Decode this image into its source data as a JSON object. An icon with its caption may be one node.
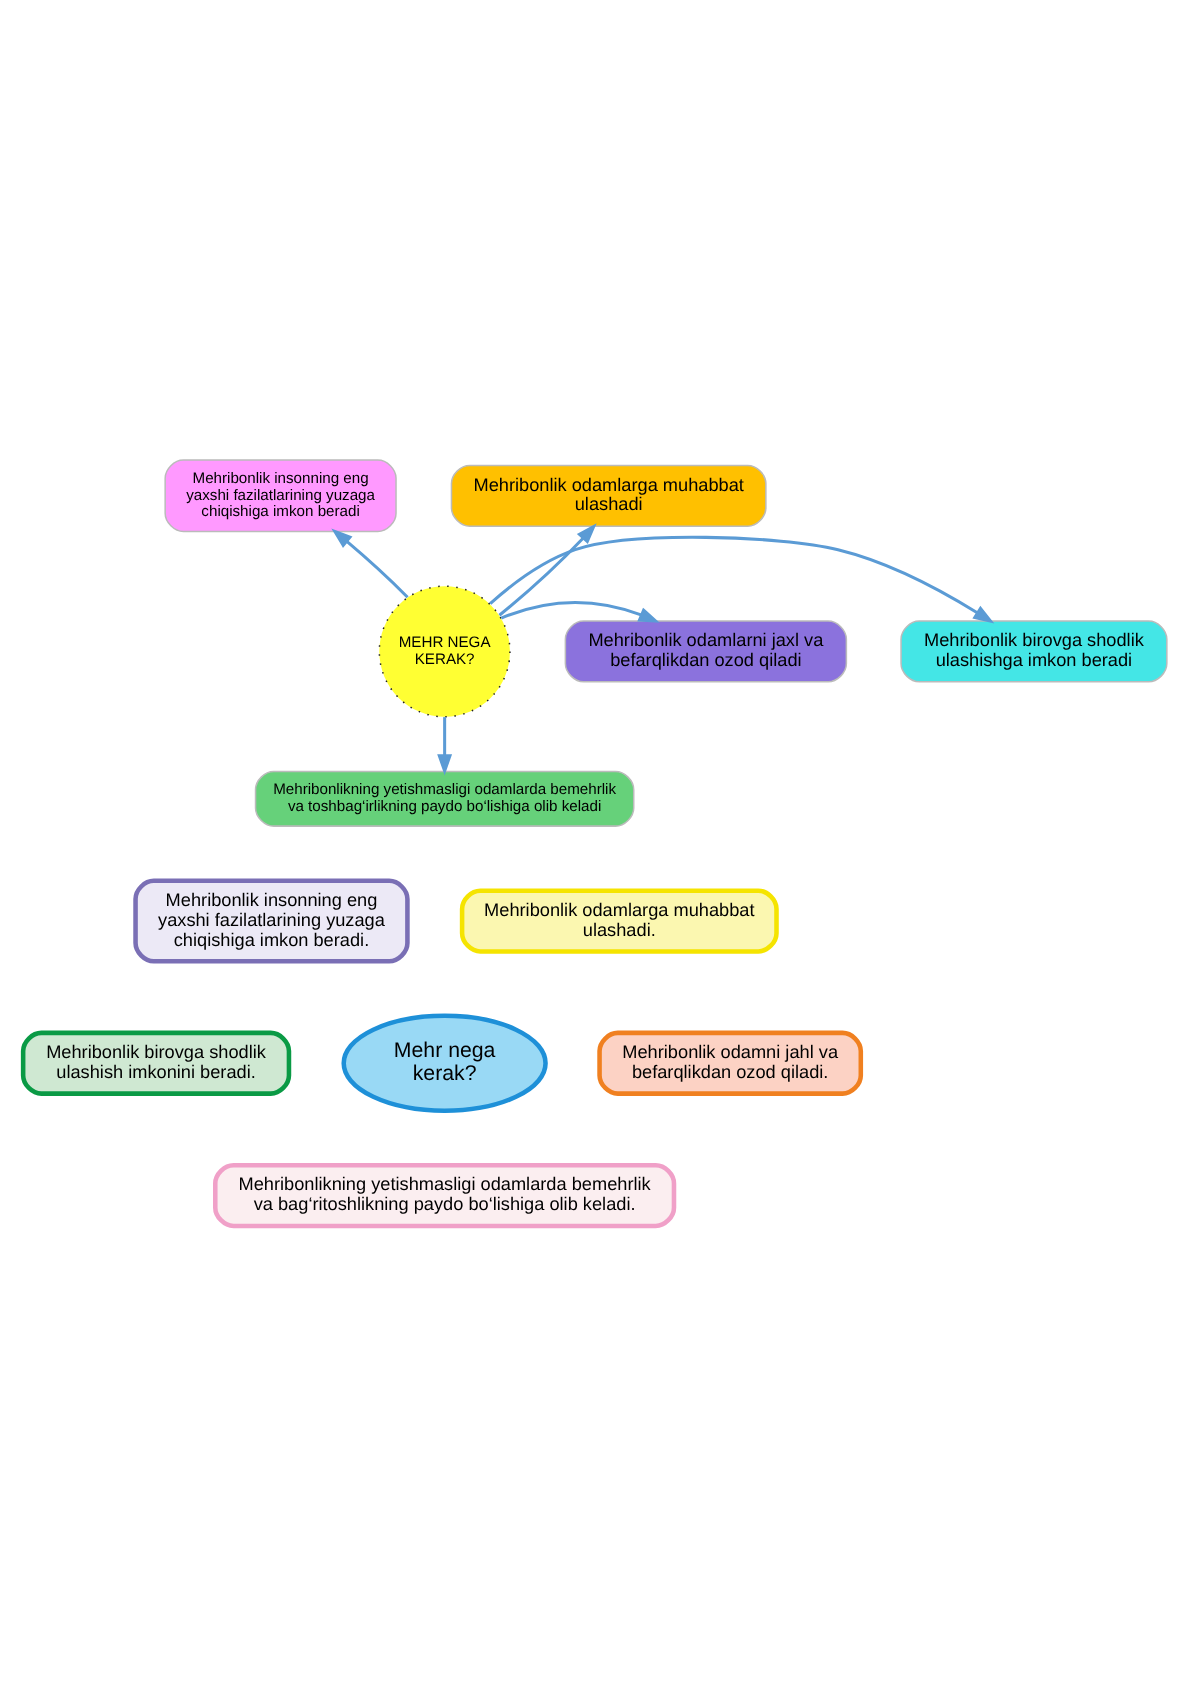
{
  "diagram": {
    "nodes": [
      {
        "text": [
          "MEHR NEGA KERAK?"
        ]
      },
      {
        "text": [
          "Mehribonlik insonning eng yaxshi fazilatlarining yuzaga chiqishiga imkon beradi"
        ]
      },
      {
        "text": [
          "Mehribonlik odamlarga muhabbat ulashadi"
        ]
      },
      {
        "text": [
          "Mehribonlik birovga shodlik ulashishga imkon beradi"
        ]
      },
      {
        "text": [
          "Mehribonlik odamlarni jaxl va befarqlikdan ozod qiladi"
        ]
      },
      {
        "text": [
          "Mehribonlikning yetishmasligi odamlarda bemehrlik va toshbag‘irlikning paydo bo‘lishiga olib keladi"
        ]
      },
      {
        "text": [
          "Mehr nega kerak?"
        ]
      },
      {
        "text": [
          "Mehribonlik insonning eng yaxshi fazilatlarining yuzaga chiqishiga imkon beradi."
        ]
      },
      {
        "text": [
          "Mehribonlik odamlarga muhabbat ulashadi."
        ]
      },
      {
        "text": [
          "Mehribonlik birovga shodlik ulashish imkonini beradi."
        ]
      },
      {
        "text": [
          "Mehribonlik odamni jahl va befarqlikdan ozod qiladi."
        ]
      },
      {
        "text": [
          "Mehribonlikning yetishmasligi odamlarda bemehrlik va bag‘ritoshlikning paydo bo‘lishiga olib keladi."
        ]
      }
    ],
    "edges": [
      {
        "from": 0,
        "to": 1,
        "arrow": "to"
      },
      {
        "from": 0,
        "to": 2,
        "arrow": "to"
      },
      {
        "from": 0,
        "to": 3,
        "arrow": "to"
      },
      {
        "from": 0,
        "to": 4,
        "arrow": "to"
      },
      {
        "from": 0,
        "to": 5,
        "arrow": "to"
      }
    ]
  }
}
